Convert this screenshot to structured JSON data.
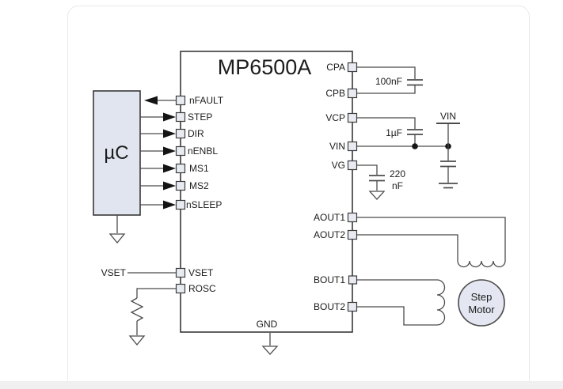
{
  "diagram": {
    "title": "MP6500A",
    "mcu_label": "µC",
    "left_pins": [
      "nFAULT",
      "STEP",
      "DIR",
      "nENBL",
      "MS1",
      "MS2",
      "nSLEEP",
      "VSET",
      "ROSC"
    ],
    "right_pins": [
      "CPA",
      "CPB",
      "VCP",
      "VIN",
      "VG",
      "AOUT1",
      "AOUT2",
      "BOUT1",
      "BOUT2"
    ],
    "gnd_label": "GND",
    "vset_source_label": "VSET",
    "vin_rail_label": "VIN",
    "cap_cpa_cpb": "100nF",
    "cap_vcp": "1µF",
    "cap_vg_line1": "220",
    "cap_vg_line2": "nF",
    "motor_line1": "Step",
    "motor_line2": "Motor",
    "colors": {
      "mcu_fill": "#e1e5ef",
      "pin_fill": "#e9ebf3",
      "motor_fill": "#e4e7f2",
      "wire": "#4b4b4b",
      "card_border": "#e9e9e9",
      "bottom_band": "#f0f0f1"
    }
  }
}
